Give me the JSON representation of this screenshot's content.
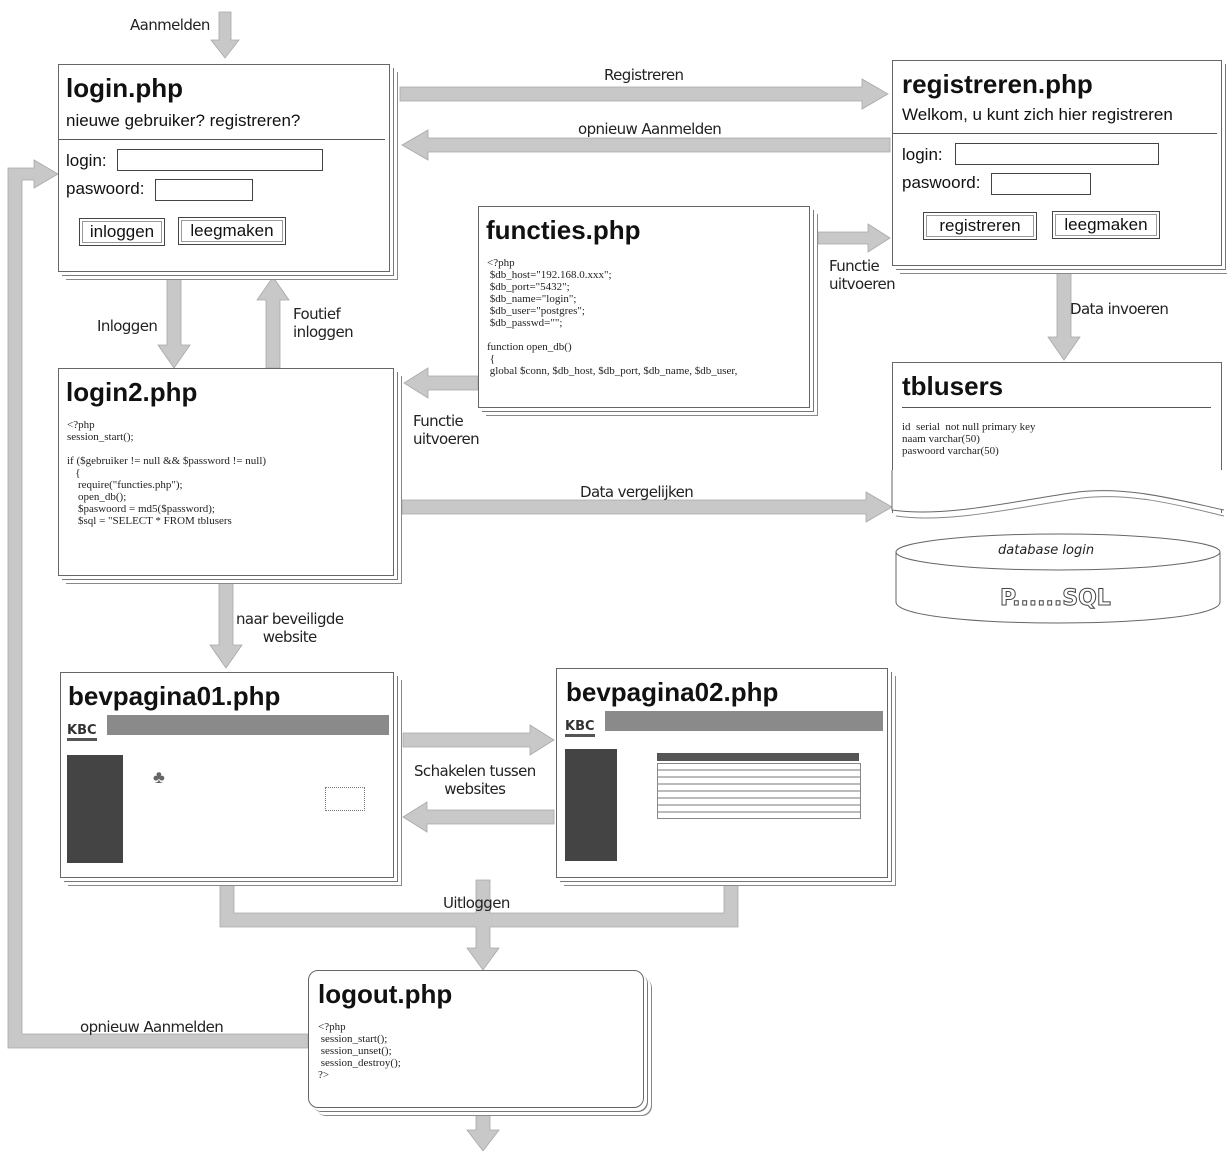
{
  "labels": {
    "aanmelden": "Aanmelden",
    "registreren": "Registreren",
    "opnieuw_aanmelden_top": "opnieuw Aanmelden",
    "inloggen": "Inloggen",
    "foutief_inloggen": "Foutief\ninloggen",
    "functie_uitvoeren_right": "Functie\nuitvoeren",
    "functie_uitvoeren_left": "Functie\nuitvoeren",
    "data_invoeren": "Data invoeren",
    "data_vergelijken": "Data vergelijken",
    "naar_beveiligde_website": "naar beveiligde\nwebsite",
    "schakelen_tussen_websites": "Schakelen tussen\nwebsites",
    "uitloggen": "Uitloggen",
    "opnieuw_aanmelden_bottom": "opnieuw Aanmelden"
  },
  "login": {
    "title": "login.php",
    "subtitle": "nieuwe gebruiker? registreren?",
    "login_label": "login:",
    "password_label": "paswoord:",
    "login_button": "inloggen",
    "clear_button": "leegmaken"
  },
  "registreren": {
    "title": "registreren.php",
    "subtitle": "Welkom, u kunt zich hier registreren",
    "login_label": "login:",
    "password_label": "paswoord:",
    "register_button": "registreren",
    "clear_button": "leegmaken"
  },
  "functies": {
    "title": "functies.php",
    "code": "<?php\n $db_host=\"192.168.0.xxx\";\n $db_port=\"5432\";\n $db_name=\"login\";\n $db_user=\"postgres\";\n $db_passwd=\"\";\n\nfunction open_db()\n {\n global $conn, $db_host, $db_port, $db_name, $db_user,"
  },
  "login2": {
    "title": "login2.php",
    "code": "<?php\nsession_start();\n\nif ($gebruiker != null && $password != null)\n   {\n    require(\"functies.php\");\n    open_db();\n    $paswoord = md5($password);\n    $sql = \"SELECT * FROM tblusers"
  },
  "tblusers": {
    "title": "tblusers",
    "fields": "id  serial  not null primary key\nnaam varchar(50)\npaswoord varchar(50)"
  },
  "database": {
    "name": "database login",
    "engine": "P......SQL"
  },
  "bev01": {
    "title": "bevpagina01.php",
    "logo": "KBC"
  },
  "bev02": {
    "title": "bevpagina02.php",
    "logo": "KBC"
  },
  "logout": {
    "title": "logout.php",
    "code": "<?php\n session_start();\n session_unset();\n session_destroy();\n?>"
  },
  "colors": {
    "arrow": "#c8c8c8",
    "border": "#555555"
  }
}
